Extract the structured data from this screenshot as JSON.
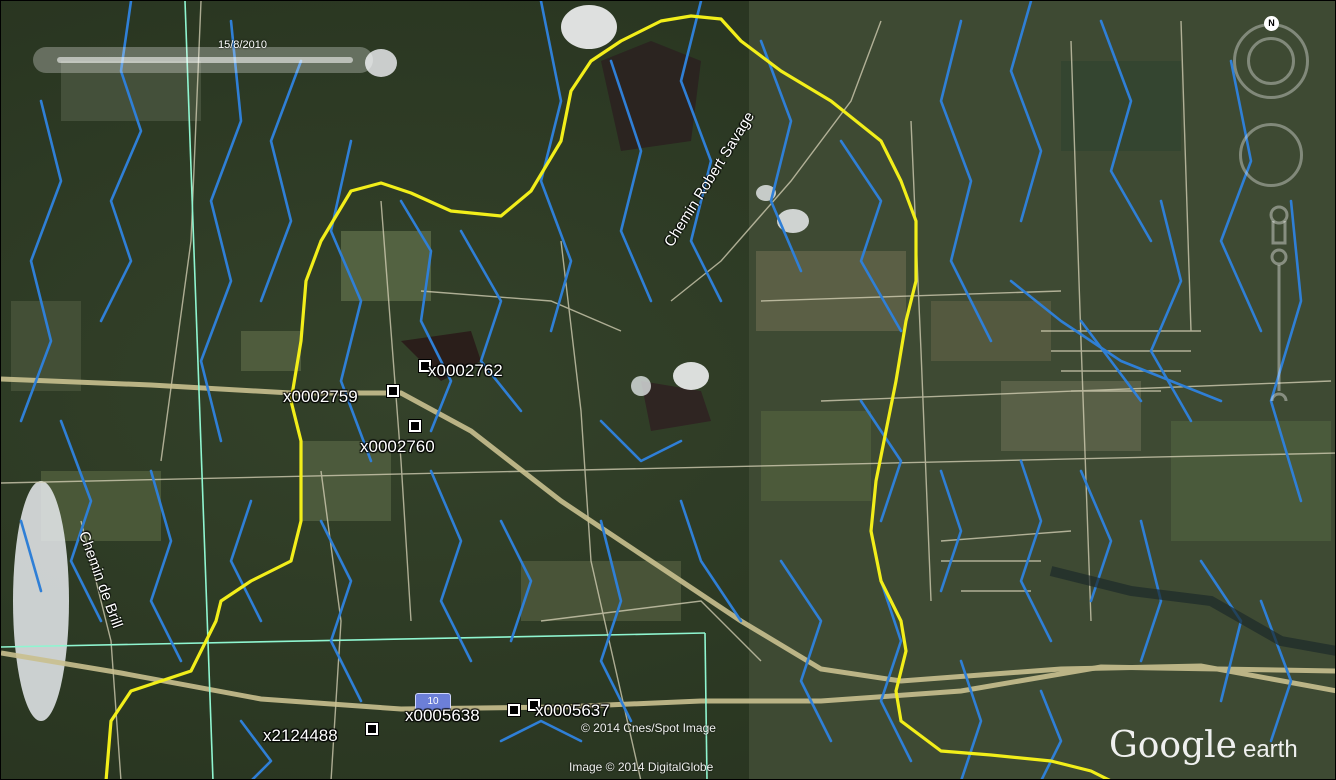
{
  "timeline": {
    "date": "15/8/2010"
  },
  "compass": {
    "north_label": "N"
  },
  "placemarks": [
    {
      "id": "x0002762"
    },
    {
      "id": "x0002759"
    },
    {
      "id": "x0002760"
    },
    {
      "id": "x0005637"
    },
    {
      "id": "x0005638"
    },
    {
      "id": "x2124488"
    }
  ],
  "roads": {
    "robert_savage": "Chemin Robert Savage",
    "brill": "Chemin de Brill",
    "shield": "10"
  },
  "credits": {
    "cnes": "© 2014 Cnes/Spot Image",
    "digitalglobe": "Image © 2014 DigitalGlobe"
  },
  "logo": {
    "google": "Google",
    "earth": "earth"
  },
  "colors": {
    "boundary": "#f2ee1a",
    "streams": "#2f7fd6",
    "grid": "#8ff5d0",
    "roads": "#d8d3b8"
  }
}
